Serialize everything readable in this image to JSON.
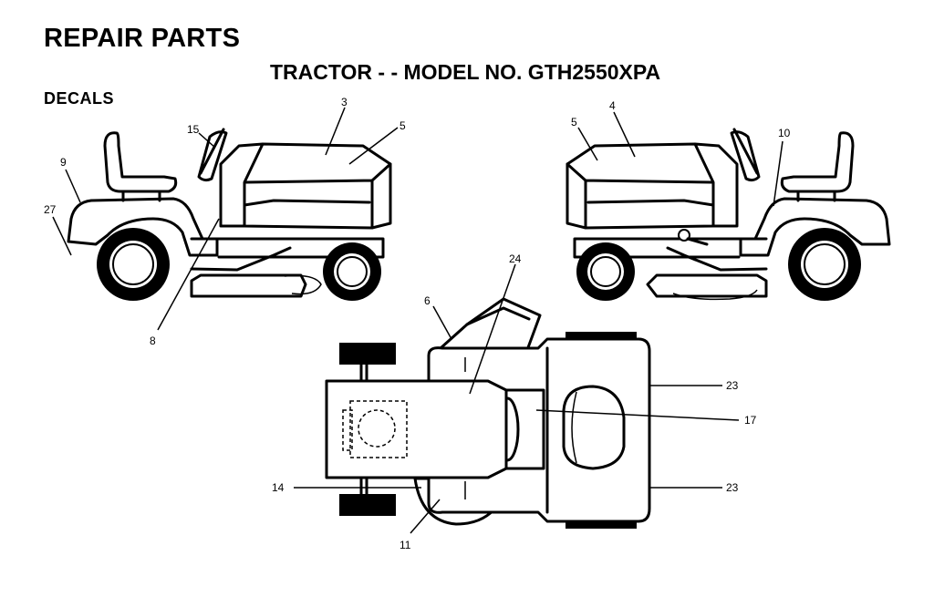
{
  "header": {
    "title": "REPAIR PARTS",
    "subtitle": "TRACTOR - - MODEL NO. GTH2550XPA",
    "section": "DECALS"
  },
  "callouts": {
    "left_view": [
      "3",
      "5",
      "15",
      "9",
      "27",
      "8"
    ],
    "right_view": [
      "4",
      "5",
      "10"
    ],
    "top_view": [
      "24",
      "6",
      "23",
      "17",
      "23",
      "14",
      "11"
    ]
  }
}
